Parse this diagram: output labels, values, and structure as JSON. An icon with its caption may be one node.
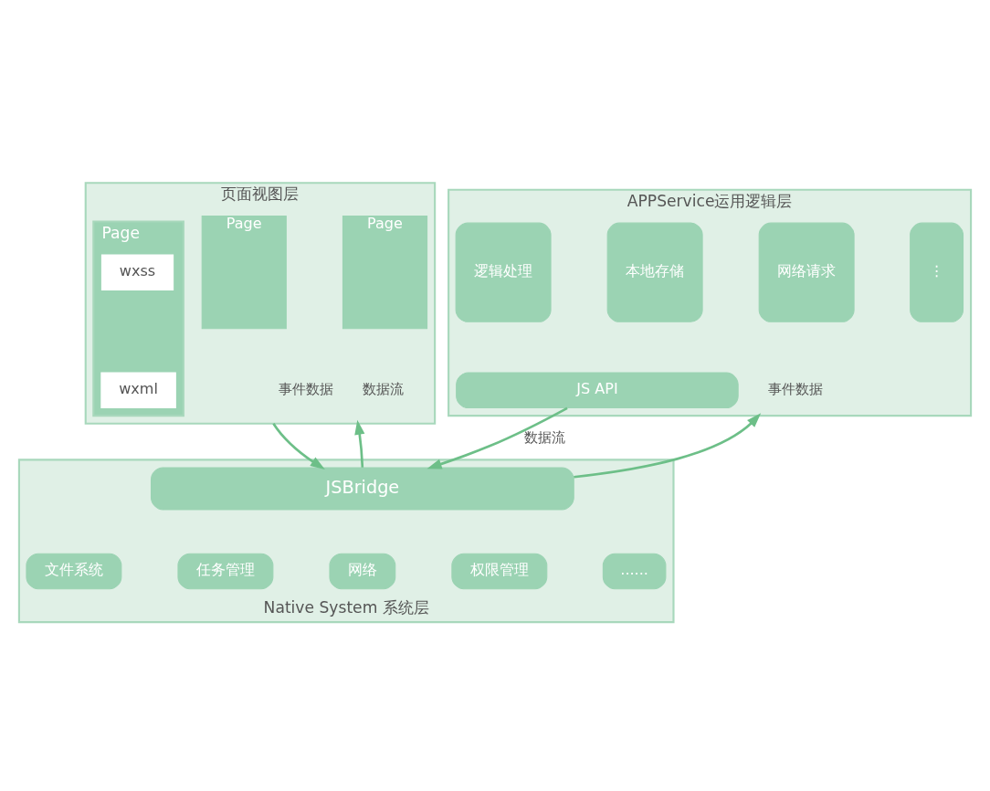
{
  "diagram": {
    "nodes": [
      {
        "text": [
          "页面视图层"
        ]
      },
      {
        "text": [
          "Page"
        ],
        "in": 0
      },
      {
        "text": [
          "Page"
        ],
        "in": 0
      },
      {
        "text": [
          "Page"
        ],
        "in": 0
      },
      {
        "text": [
          "wxss"
        ],
        "in": 3
      },
      {
        "text": [
          "wxml"
        ],
        "in": 3
      },
      {
        "text": [
          "APPService运用逻辑层"
        ]
      },
      {
        "text": [
          "逻辑处理"
        ],
        "in": 6
      },
      {
        "text": [
          "本地存储"
        ],
        "in": 6
      },
      {
        "text": [
          "网络请求"
        ],
        "in": 6
      },
      {
        "text": [
          "⋮"
        ],
        "in": 6
      },
      {
        "text": [
          "JS API"
        ],
        "in": 6
      },
      {
        "text": [
          "Native System 系统层"
        ]
      },
      {
        "text": [
          "JSBridge"
        ],
        "in": 12
      },
      {
        "text": [
          "文件系统"
        ],
        "in": 12
      },
      {
        "text": [
          "任务管理"
        ],
        "in": 12
      },
      {
        "text": [
          "网络"
        ],
        "in": 12
      },
      {
        "text": [
          "权限管理"
        ],
        "in": 12
      },
      {
        "text": [
          "......"
        ],
        "in": 12
      }
    ],
    "edges": [
      {
        "from": 0,
        "to": 13,
        "arrow": "to",
        "label": "事件数据"
      },
      {
        "from": 13,
        "to": 6,
        "arrow": "to",
        "label": "事件数据"
      },
      {
        "from": 11,
        "to": 13,
        "arrow": "to",
        "label": "数据流"
      },
      {
        "from": 13,
        "to": 0,
        "arrow": "to",
        "label": "数据流"
      }
    ]
  }
}
